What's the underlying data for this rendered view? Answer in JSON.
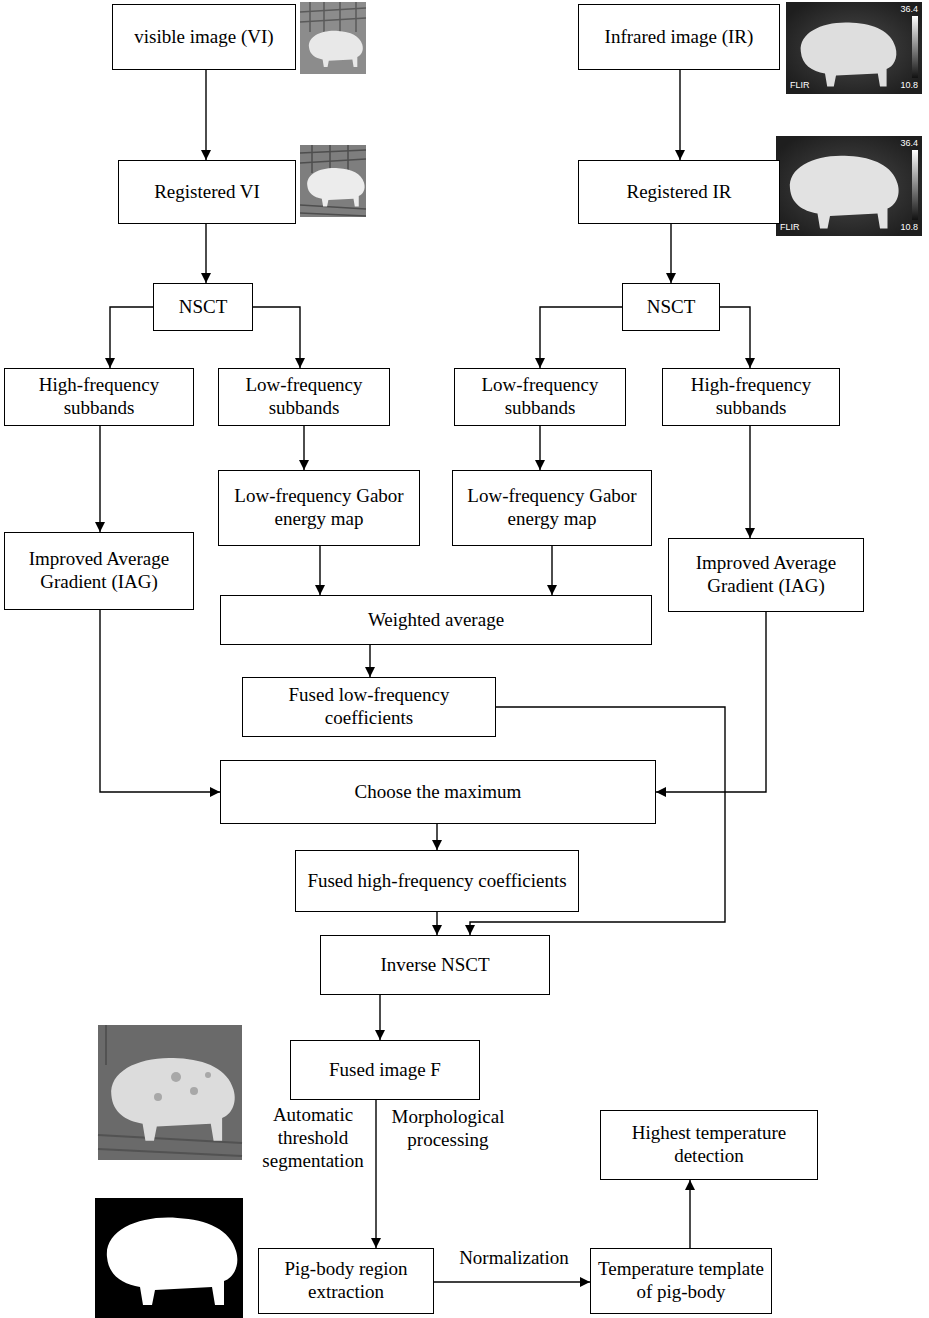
{
  "diagram": {
    "nodes": [
      {
        "text": [
          "visible image (VI)"
        ]
      },
      {
        "text": [
          "Infrared image (IR)"
        ]
      },
      {
        "text": [
          "Registered VI"
        ]
      },
      {
        "text": [
          "Registered IR"
        ]
      },
      {
        "text": [
          "NSCT"
        ]
      },
      {
        "text": [
          "NSCT"
        ]
      },
      {
        "text": [
          "High-frequency subbands"
        ]
      },
      {
        "text": [
          "Low-frequency subbands"
        ]
      },
      {
        "text": [
          "Low-frequency subbands"
        ]
      },
      {
        "text": [
          "High-frequency subbands"
        ]
      },
      {
        "text": [
          "Low-frequency Gabor energy map"
        ]
      },
      {
        "text": [
          "Low-frequency Gabor energy map"
        ]
      },
      {
        "text": [
          "Improved Average Gradient (IAG)"
        ]
      },
      {
        "text": [
          "Improved Average Gradient (IAG)"
        ]
      },
      {
        "text": [
          "Weighted average"
        ]
      },
      {
        "text": [
          "Fused low-frequency coefficients"
        ]
      },
      {
        "text": [
          "Choose the maximum"
        ]
      },
      {
        "text": [
          "Fused high-frequency coefficients"
        ]
      },
      {
        "text": [
          "Inverse NSCT"
        ]
      },
      {
        "text": [
          "Fused image F"
        ]
      },
      {
        "text": [
          "Highest temperature detection"
        ]
      },
      {
        "text": [
          "Pig-body region extraction"
        ]
      },
      {
        "text": [
          "Temperature template of pig-body"
        ]
      }
    ],
    "edges": [
      {
        "from": 0,
        "to": 2,
        "arrow": "to"
      },
      {
        "from": 1,
        "to": 3,
        "arrow": "to"
      },
      {
        "from": 2,
        "to": 4,
        "arrow": "to"
      },
      {
        "from": 3,
        "to": 5,
        "arrow": "to"
      },
      {
        "from": 4,
        "to": 6,
        "arrow": "to"
      },
      {
        "from": 4,
        "to": 7,
        "arrow": "to"
      },
      {
        "from": 5,
        "to": 8,
        "arrow": "to"
      },
      {
        "from": 5,
        "to": 9,
        "arrow": "to"
      },
      {
        "from": 6,
        "to": 12,
        "arrow": "to"
      },
      {
        "from": 7,
        "to": 10,
        "arrow": "to"
      },
      {
        "from": 8,
        "to": 11,
        "arrow": "to"
      },
      {
        "from": 9,
        "to": 13,
        "arrow": "to"
      },
      {
        "from": 10,
        "to": 14,
        "arrow": "to"
      },
      {
        "from": 11,
        "to": 14,
        "arrow": "to"
      },
      {
        "from": 14,
        "to": 15,
        "arrow": "to"
      },
      {
        "from": 12,
        "to": 16,
        "arrow": "to"
      },
      {
        "from": 13,
        "to": 16,
        "arrow": "to"
      },
      {
        "from": 15,
        "to": 18,
        "arrow": "to"
      },
      {
        "from": 16,
        "to": 17,
        "arrow": "to"
      },
      {
        "from": 17,
        "to": 18,
        "arrow": "to"
      },
      {
        "from": 18,
        "to": 19,
        "arrow": "to"
      },
      {
        "from": 19,
        "to": 21,
        "label": "Automatic threshold segmentation",
        "arrow": "to"
      },
      {
        "from": 21,
        "to": 22,
        "label": "Normalization",
        "arrow": "to"
      },
      {
        "from": 22,
        "to": 20,
        "arrow": "to"
      }
    ],
    "labels": [
      "Morphological processing",
      "36.4",
      "10.8",
      "FLIR",
      "36.4",
      "10.8",
      "FLIR"
    ]
  }
}
